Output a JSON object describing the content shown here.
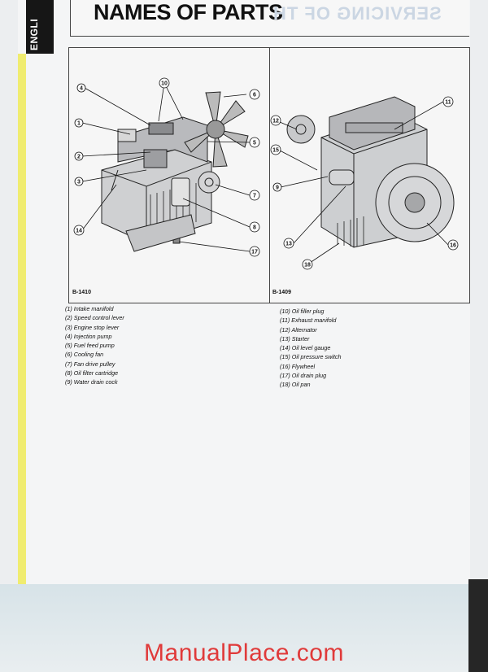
{
  "page": {
    "language_tab": "ENGLI",
    "title": "NAMES OF PARTS",
    "bleed_text": "SERVICING OF TH",
    "watermark": "ManualPlace.com"
  },
  "figure": {
    "left_code": "B-1410",
    "right_code": "B-1409",
    "left_callouts": [
      "4",
      "10",
      "6",
      "1",
      "5",
      "2",
      "3",
      "7",
      "8",
      "14",
      "17"
    ],
    "right_callouts": [
      "11",
      "12",
      "15",
      "9",
      "13",
      "16",
      "18"
    ]
  },
  "legend": {
    "left": [
      "(1) Intake manifold",
      "(2) Speed control lever",
      "(3) Engine stop lever",
      "(4) Injection pump",
      "(5) Fuel feed pump",
      "(6) Cooling fan",
      "(7) Fan drive pulley",
      "(8) Oil filter cartridge",
      "(9) Water drain cock"
    ],
    "right": [
      "(10) Oil filler plug",
      "(11) Exhaust manifold",
      "(12) Alternator",
      "(13) Starter",
      "(14) Oil level gauge",
      "(15) Oil pressure switch",
      "(16) Flywheel",
      "(17) Oil drain plug",
      "(18) Oil pan"
    ]
  }
}
